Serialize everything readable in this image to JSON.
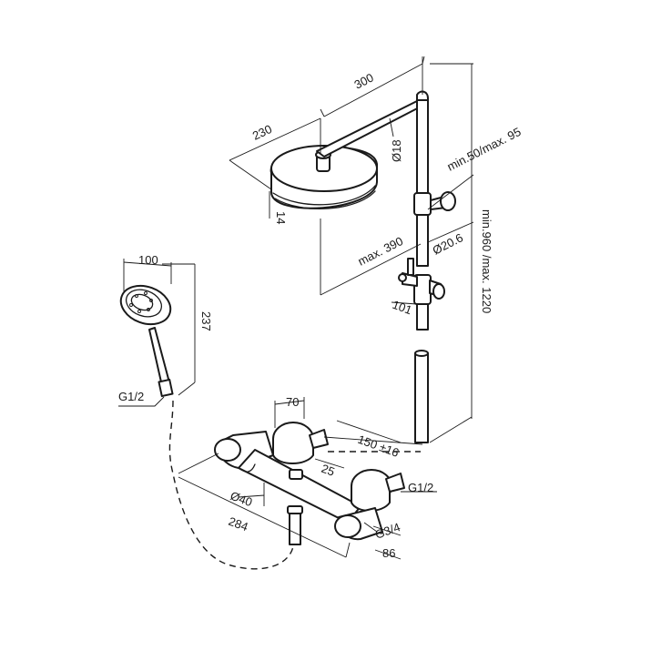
{
  "dimensions": {
    "d300": "300",
    "d230": "230",
    "d18": "Ø18",
    "d14": "14",
    "d_min50_max95": "min.50/max. 95",
    "d_max390": "max. 390",
    "d20_6": "Ø20.6",
    "d101": "101",
    "d_min960_max1220": "min.960 /max. 1220",
    "d100": "100",
    "d237": "237",
    "g12_hand": "G1/2",
    "d70": "70",
    "d150": "150 ±16",
    "d25": "25",
    "g12_mixer": "G1/2",
    "d40": "Ø40",
    "d284": "284",
    "g34": "G3/4",
    "d86": "86"
  }
}
